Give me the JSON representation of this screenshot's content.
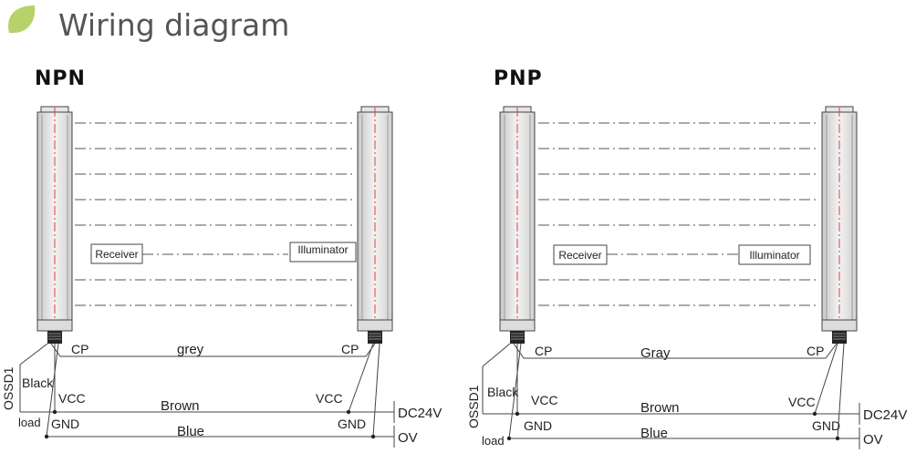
{
  "header": {
    "title": "Wiring diagram"
  },
  "theme": {
    "accent": "#b5d36a",
    "title_color": "#555555",
    "beam_color": "#555555",
    "center_line_color": "#d94040"
  },
  "panels": [
    {
      "heading": "NPN",
      "receiver_label": "Receiver",
      "illuminator_label": "Illuminator",
      "cp_left": "CP",
      "cp_right": "CP",
      "cp_wire": "grey",
      "ossd": "OSSD1",
      "black": "Black",
      "load": "load",
      "vcc_left": "VCC",
      "vcc_right": "VCC",
      "gnd_left": "GND",
      "gnd_right": "GND",
      "vcc_wire": "Brown",
      "gnd_wire": "Blue",
      "dc_label": "DC24V",
      "ov_label": "OV"
    },
    {
      "heading": "PNP",
      "receiver_label": "Receiver",
      "illuminator_label": "Illuminator",
      "cp_left": "CP",
      "cp_right": "CP",
      "cp_wire": "Gray",
      "ossd": "OSSD1",
      "black": "Black",
      "load": "load",
      "vcc_left": "VCC",
      "vcc_right": "VCC",
      "gnd_left": "GND",
      "gnd_right": "GND",
      "vcc_wire": "Brown",
      "gnd_wire": "Blue",
      "dc_label": "DC24V",
      "ov_label": "OV"
    }
  ]
}
